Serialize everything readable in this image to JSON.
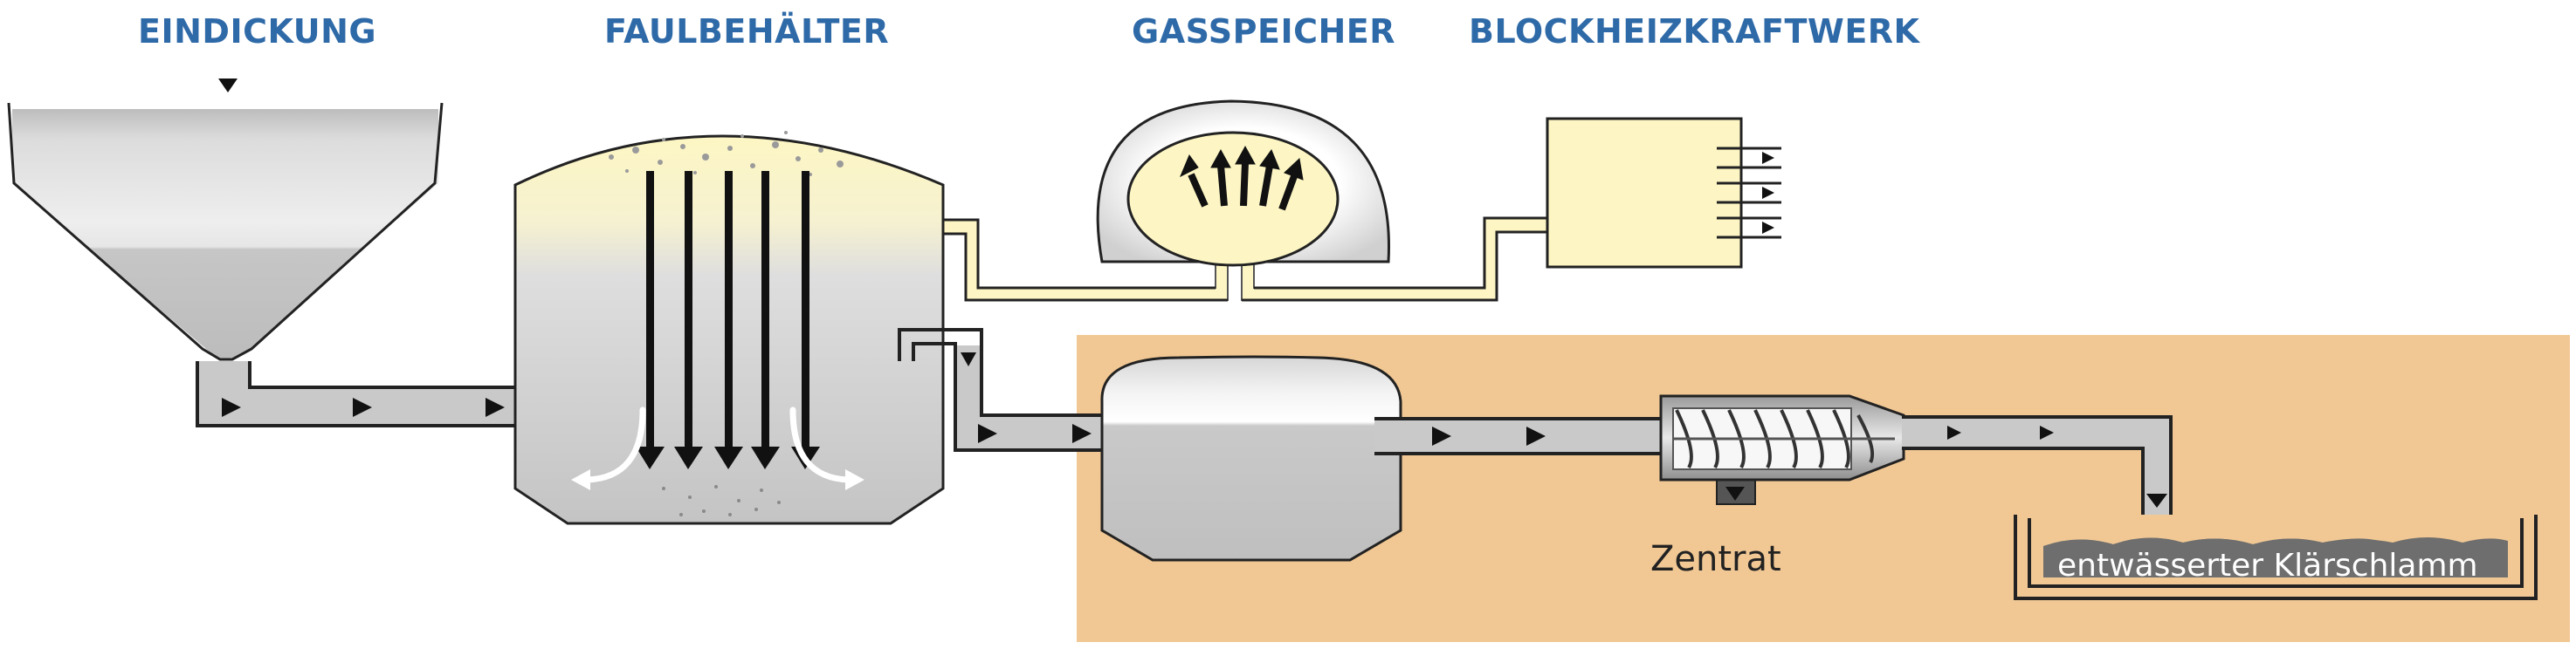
{
  "stages": [
    {
      "id": "eindickung",
      "label": "EINDICKUNG"
    },
    {
      "id": "faulbehaelter",
      "label": "FAULBEHÄLTER"
    },
    {
      "id": "gasspeicher",
      "label": "GASSPEICHER"
    },
    {
      "id": "bhkw",
      "label": "BLOCKHEIZKRAFTWERK"
    }
  ],
  "labels": {
    "zentrat": "Zentrat",
    "klaerschlamm": "entwässerter Klärschlamm"
  },
  "colors": {
    "title_blue": "#2f6aa8",
    "gas_yellow": "#fdf6c4",
    "sludge_gray": "#c9c9c9",
    "dewatering_area": "#f1c894",
    "outline": "#222222"
  }
}
